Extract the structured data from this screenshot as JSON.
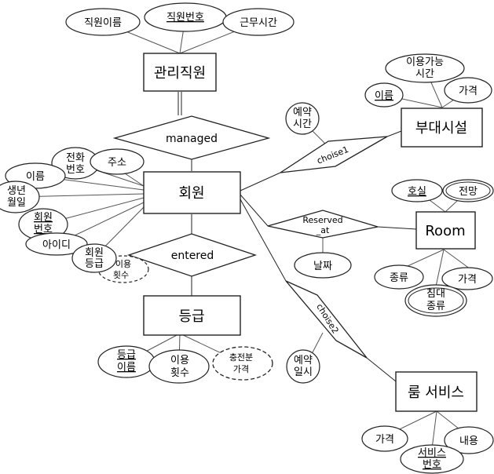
{
  "entities": {
    "manager": "관리직원",
    "member": "회원",
    "grade": "등급",
    "facility": "부대시설",
    "room": "Room",
    "room_service": "룸 서비스"
  },
  "relationships": {
    "managed": "managed",
    "entered": "entered",
    "choise1": "choise1",
    "reserved_at": [
      "Reserved",
      "_at"
    ],
    "choise2": "choise2"
  },
  "attributes": {
    "manager_name": "직원이름",
    "manager_id": "직원번호",
    "manager_hours": "근무시간",
    "member_phone": [
      "전화",
      "번호"
    ],
    "member_address": "주소",
    "member_name": "이름",
    "member_birth": [
      "생년",
      "월일"
    ],
    "member_no": [
      "회원",
      "번호"
    ],
    "member_login": "아이디",
    "member_grade": [
      "회원",
      "등급"
    ],
    "member_usage": [
      "이용",
      "횟수"
    ],
    "grade_name": [
      "등급",
      "이름"
    ],
    "grade_usage": [
      "이용",
      "횟수"
    ],
    "grade_charge": [
      "충전분",
      "가격"
    ],
    "choise1_time": [
      "예약",
      "시간"
    ],
    "facility_hours": [
      "이용가능",
      "시간"
    ],
    "facility_name": "이름",
    "facility_price": "가격",
    "room_number": "호실",
    "room_view": "전망",
    "reserved_date": "날짜",
    "room_type": "종류",
    "room_price": "가격",
    "room_bed": [
      "침대",
      "종류"
    ],
    "choise2_date": [
      "예약",
      "일시"
    ],
    "service_price": "가격",
    "service_content": "내용",
    "service_no": [
      "서비스",
      "번호"
    ]
  }
}
